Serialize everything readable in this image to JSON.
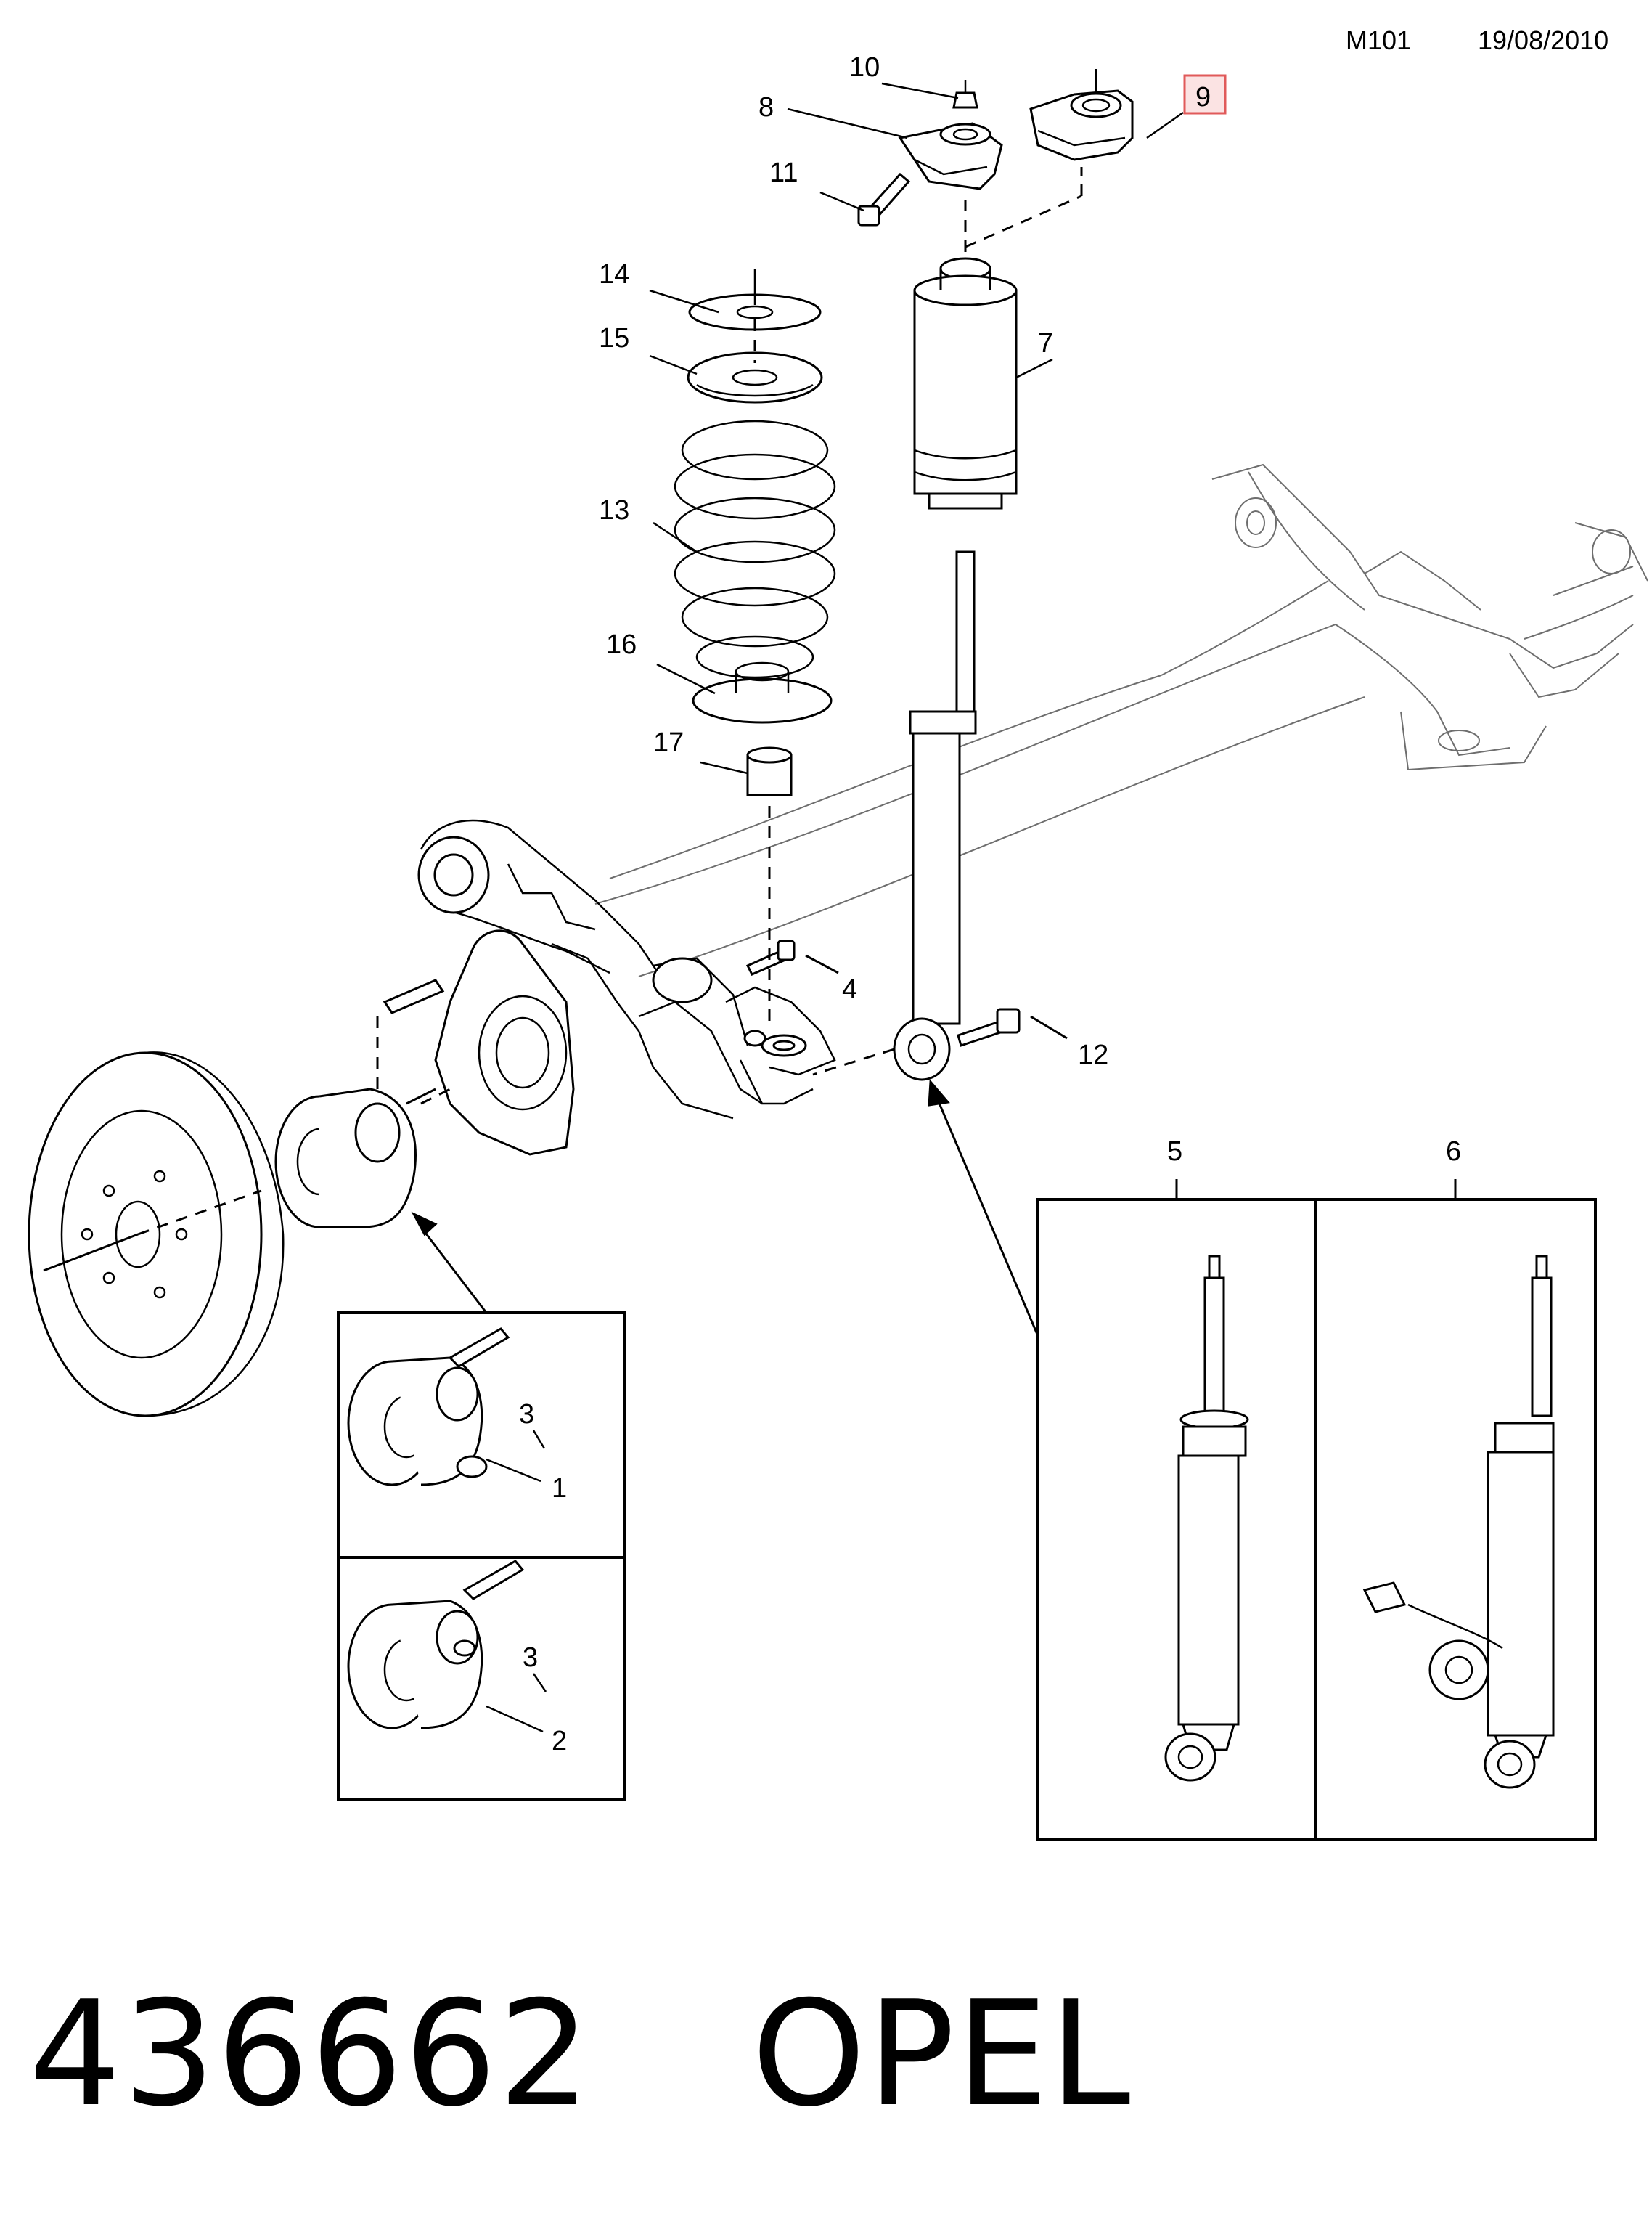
{
  "header": {
    "diagram_code": "M101",
    "date": "19/08/2010"
  },
  "callouts": {
    "c1": "1",
    "c2": "2",
    "c3a": "3",
    "c3b": "3",
    "c4": "4",
    "c5": "5",
    "c6": "6",
    "c7": "7",
    "c8": "8",
    "c9": "9",
    "c10": "10",
    "c11": "11",
    "c12": "12",
    "c13": "13",
    "c14": "14",
    "c15": "15",
    "c16": "16",
    "c17": "17"
  },
  "highlight": {
    "callout": "9",
    "color": "#e05a5a",
    "fill": "#fbe3e3"
  },
  "footer": {
    "part_number": "436662",
    "brand": "OPEL"
  }
}
